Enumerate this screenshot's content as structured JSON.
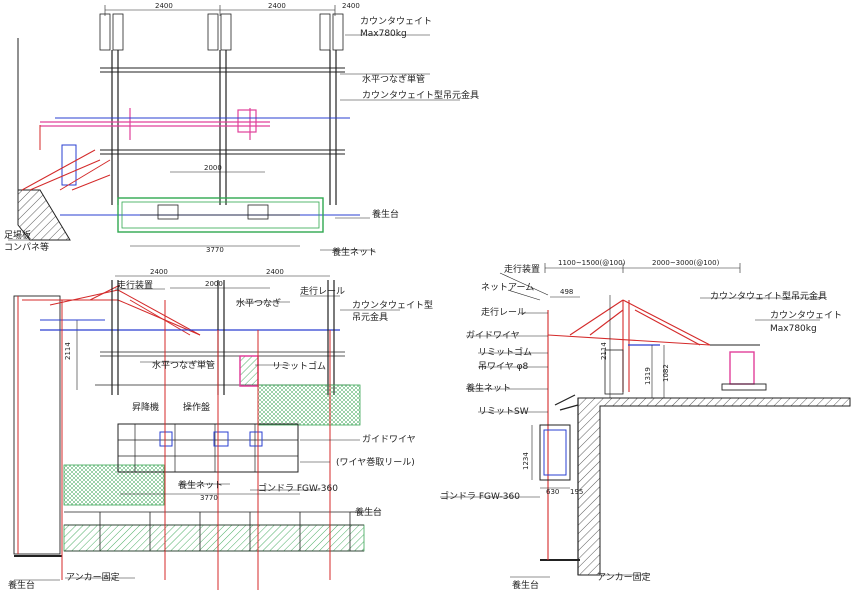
{
  "labels": {
    "top_counterweight": "カウンタウェイト",
    "top_counterweight_max": "Max780kg",
    "top_horizontal_pipe": "水平つなぎ単管",
    "top_mount": "カウンタウェイト型吊元金具",
    "top_protect_stand": "養生台",
    "top_protect_net": "養生ネット",
    "top_scaffold_board": "足場板",
    "top_panel": "コンパネ等",
    "bl_travel": "走行装置",
    "bl_horizontal": "水平つなぎ",
    "bl_rail": "走行レール",
    "bl_mount": "カウンタウェイト型",
    "bl_mount2": "吊元金具",
    "bl_limit_rubber": "リミットゴム",
    "bl_horizontal_pipe": "水平つなぎ単管",
    "bl_lift": "昇降機",
    "bl_panel": "操作盤",
    "bl_guide": "ガイドワイヤ",
    "bl_reel": "(ワイヤ巻取リール)",
    "bl_net": "養生ネット",
    "bl_gondola": "ゴンドラ FGW-360",
    "bl_stand": "養生台",
    "bl_stand_left": "養生台",
    "bl_anchor": "アンカー固定",
    "r_travel": "走行装置",
    "r_net_arm": "ネットアーム",
    "r_rail": "走行レール",
    "r_guide": "ガイドワイヤ",
    "r_limit_rubber": "リミットゴム",
    "r_wire": "吊ワイヤ φ8",
    "r_net": "養生ネット",
    "r_limit_sw": "リミットSW",
    "r_gondola": "ゴンドラ FGW-360",
    "r_stand": "養生台",
    "r_anchor": "アンカー固定",
    "r_mount": "カウンタウェイト型吊元金具",
    "r_counterweight": "カウンタウェイト",
    "r_counterweight_max": "Max780kg"
  },
  "dims": {
    "top_span_1": "2400",
    "top_span_2": "2400",
    "top_span_3": "2400",
    "top_inner": "2000",
    "top_total": "3770",
    "bl_span_1": "2400",
    "bl_inner": "2000",
    "bl_span_2": "2400",
    "bl_total": "3770",
    "bl_height": "2114",
    "r_reach_1": "1100~1500(@100)",
    "r_reach_2": "2000~3000(@100)",
    "r_offset": "498",
    "r_height_1": "2114",
    "r_height_2": "1319",
    "r_height_3": "1082",
    "r_gondola_h": "1234",
    "r_gondola_w": "630",
    "r_gap": "195"
  },
  "colors": {
    "line": "#1a1a1a",
    "red": "#d42a2a",
    "magenta": "#e0409a",
    "blue": "#2a3fd0",
    "green": "#2fa84f",
    "hatch_green": "#3aa655"
  }
}
